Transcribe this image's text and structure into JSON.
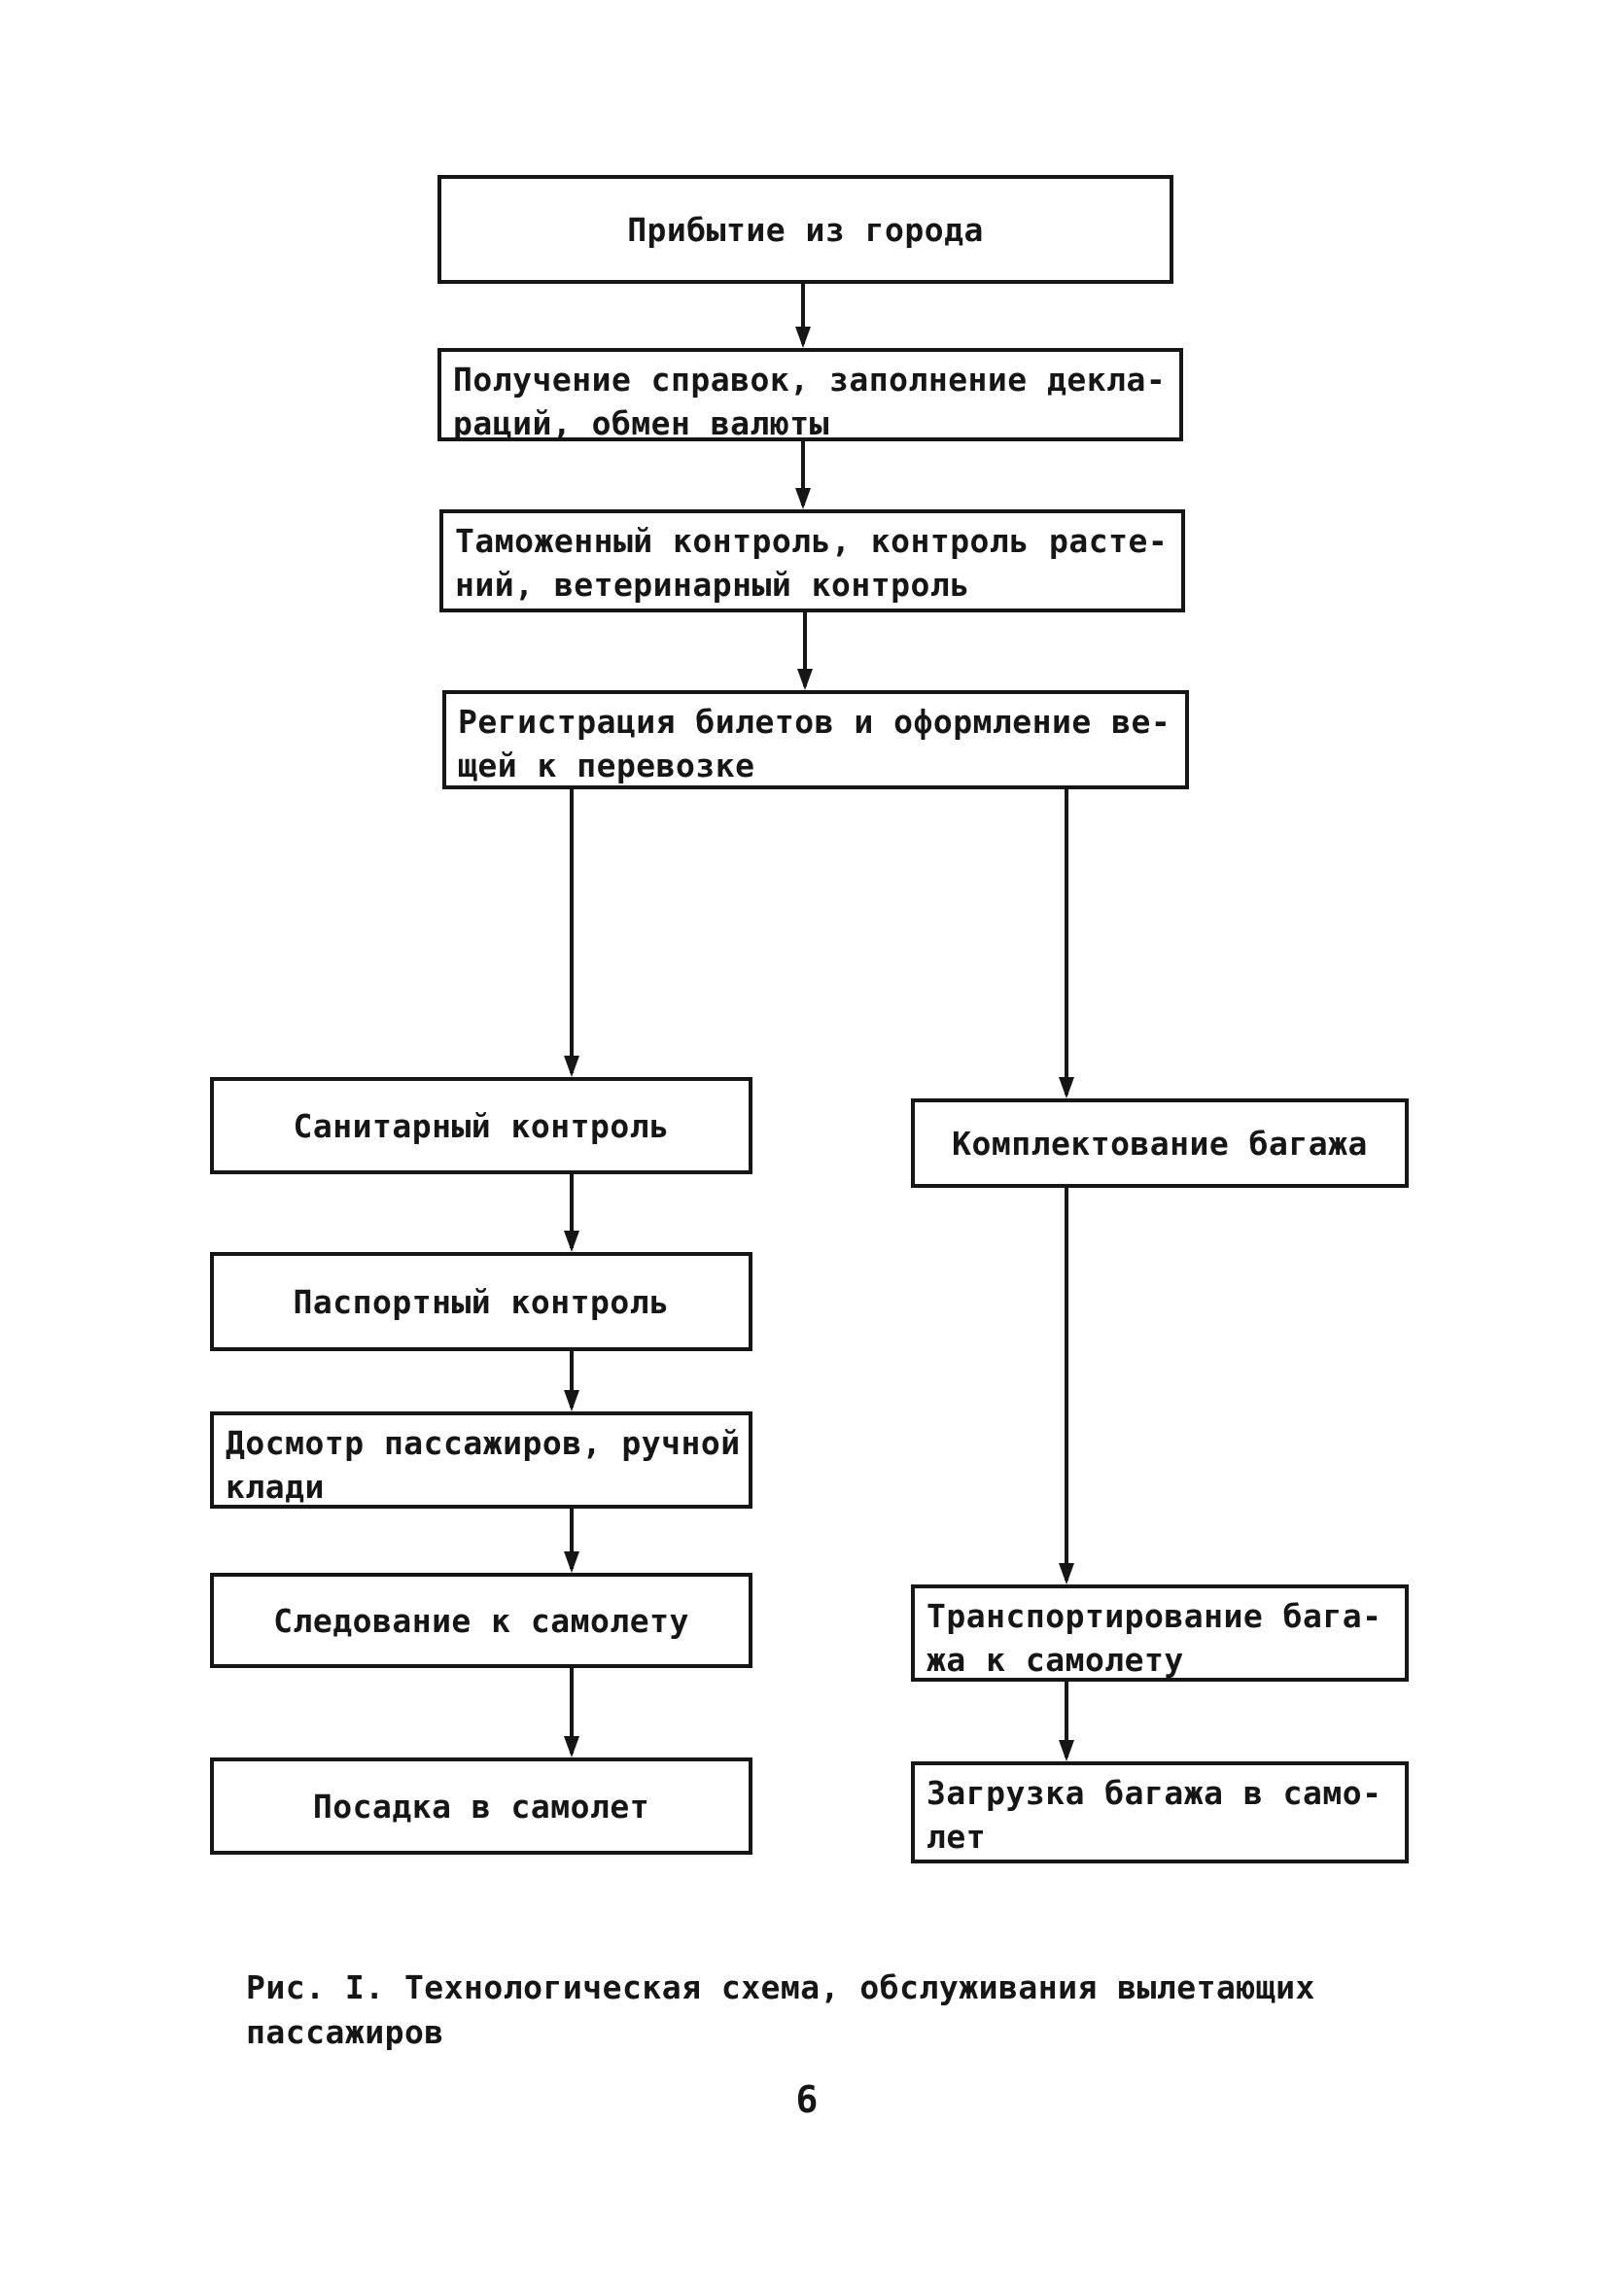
{
  "page": {
    "caption": "Рис. I. Технологическая схема, обслуживания вылетающих\nпассажиров",
    "page_number": "6"
  },
  "flowchart": {
    "title": "Технологическая схема обслуживания вылетающих пассажиров",
    "ink_color": "#161616",
    "paper_color": "#ffffff",
    "nodes": [
      {
        "id": "arrival",
        "label": "Прибытие из города"
      },
      {
        "id": "info-declarations",
        "label": "Получение справок, заполнение декла-\nраций, обмен валюты"
      },
      {
        "id": "customs",
        "label": "Таможенный контроль, контроль расте-\nний, ветеринарный контроль"
      },
      {
        "id": "registration",
        "label": "Регистрация билетов и оформление ве-\nщей к перевозке"
      },
      {
        "id": "sanitary",
        "label": "Санитарный контроль"
      },
      {
        "id": "baggage-assembly",
        "label": "Комплектование багажа"
      },
      {
        "id": "passport",
        "label": "Паспортный контроль"
      },
      {
        "id": "inspection",
        "label": "Досмотр пассажиров, ручной\nклади"
      },
      {
        "id": "to-aircraft",
        "label": "Следование к самолету"
      },
      {
        "id": "baggage-transport",
        "label": "Транспортирование бага-\nжа к самолету"
      },
      {
        "id": "boarding",
        "label": "Посадка в самолет"
      },
      {
        "id": "baggage-loading",
        "label": "Загрузка багажа в само-\nлет"
      }
    ]
  }
}
